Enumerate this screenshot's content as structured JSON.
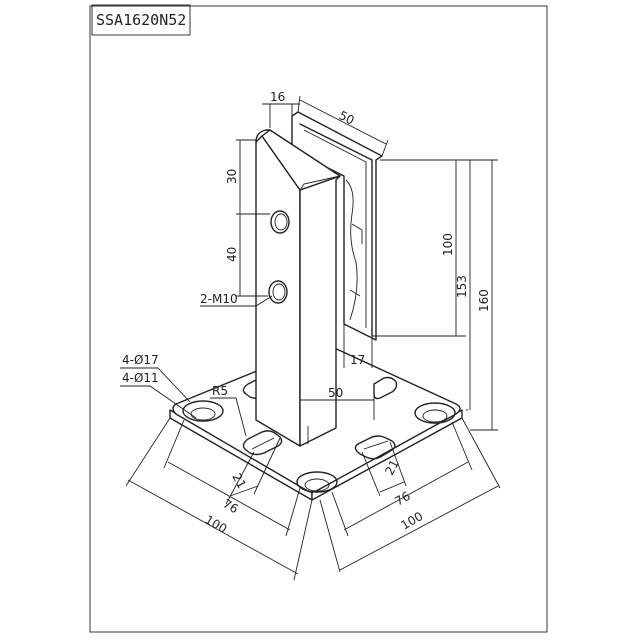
{
  "part_number": "SSA1620N52",
  "dimensions": {
    "top_depth": "16",
    "top_width": "50",
    "hole_top_offset": "30",
    "hole_spacing": "40",
    "slot_height": "100",
    "slot_bottom_height": "153",
    "overall_height": "160",
    "slot_gap": "17",
    "post_width": "50",
    "thread_holes": "2-M10",
    "counterbore_dia": "4-Ø17",
    "hole_dia": "4-Ø11",
    "corner_radius": "R5",
    "slot_width_left": "21",
    "slot_width_right": "21",
    "hole_pitch_left": "76",
    "hole_pitch_right": "76",
    "base_left": "100",
    "base_right": "100"
  }
}
